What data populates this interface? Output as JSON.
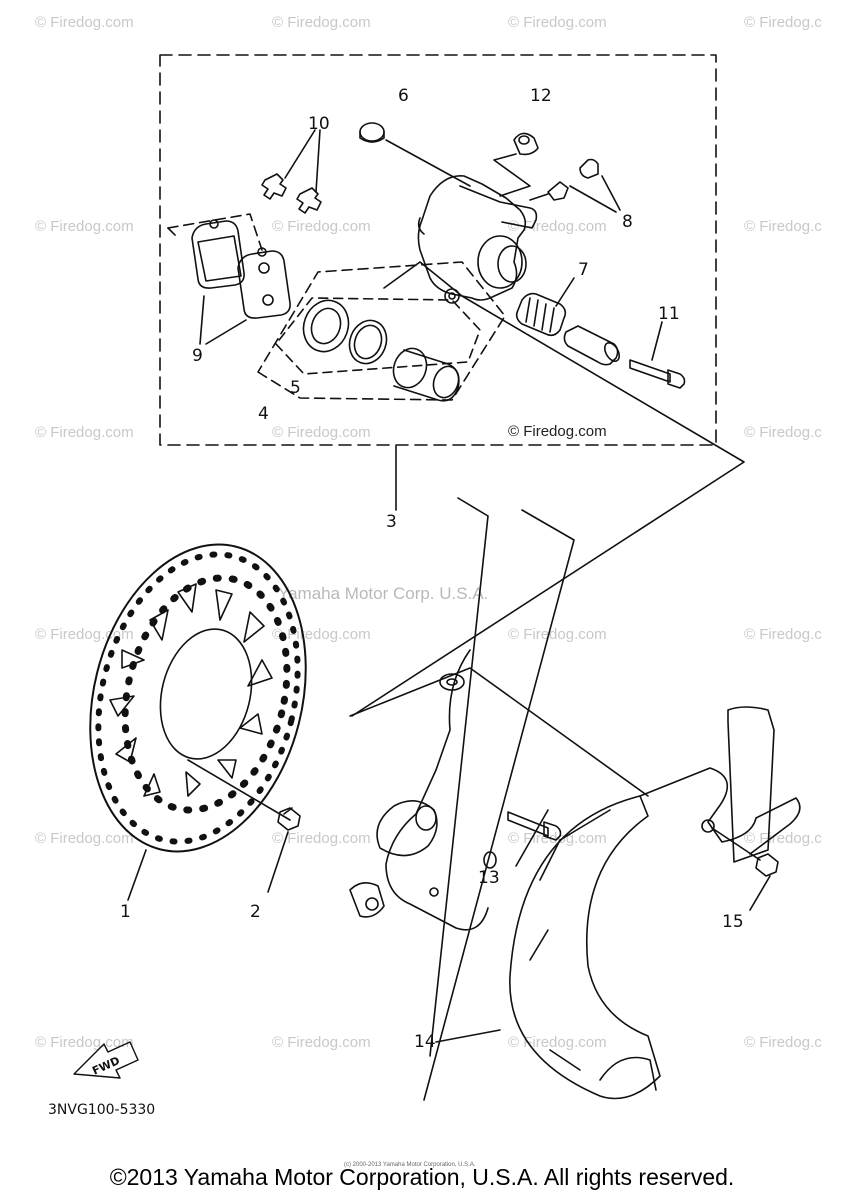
{
  "diagram": {
    "callouts": {
      "c1": "1",
      "c2": "2",
      "c3": "3",
      "c4": "4",
      "c5": "5",
      "c6": "6",
      "c7": "7",
      "c8": "8",
      "c9": "9",
      "c10": "10",
      "c11": "11",
      "c12": "12",
      "c13": "13",
      "c14": "14",
      "c15": "15"
    },
    "fwd_label": "FWD",
    "diagram_code": "3NVG100-5330"
  },
  "watermarks": {
    "site": "© Firedog.com",
    "site_partial": "© Firedog.c",
    "inner": "© Firedog.com",
    "center": "Yamaha Motor Corp. U.S.A.",
    "tiny": "(c) 2000-2013 Yamaha Motor Corporation, U.S.A."
  },
  "footer": {
    "copyright": "©2013 Yamaha Motor Corporation, U.S.A. All rights reserved."
  },
  "colors": {
    "line": "#111111",
    "watermark": "#c8c8c8",
    "background": "#ffffff"
  }
}
